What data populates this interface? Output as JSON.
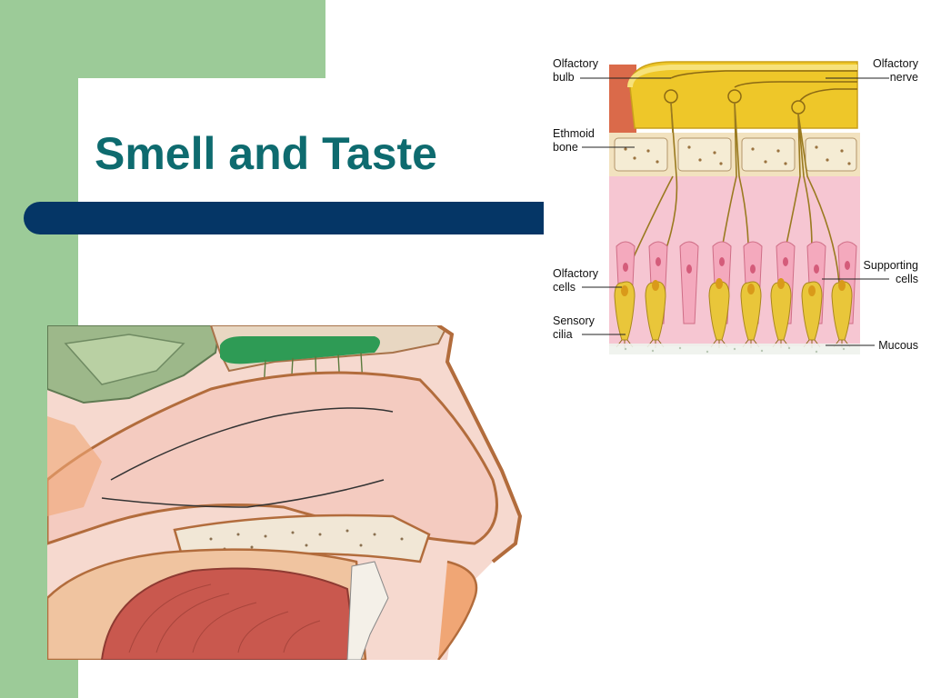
{
  "slide": {
    "title": "Smell and Taste"
  },
  "olfactory_diagram": {
    "labels": {
      "olfactory_bulb": [
        "Olfactory",
        "bulb"
      ],
      "olfactory_nerve": [
        "Olfactory",
        "nerve"
      ],
      "ethmoid_bone": [
        "Ethmoid",
        "bone"
      ],
      "olfactory_cells": [
        "Olfactory",
        "cells"
      ],
      "supporting_cells": [
        "Supporting",
        "cells"
      ],
      "sensory_cilia": [
        "Sensory",
        "cilia"
      ],
      "mucous": "Mucous"
    }
  },
  "colors": {
    "green_panel": "#9ccb98",
    "title_text": "#0e6b6f",
    "rule_bar": "#053666"
  }
}
